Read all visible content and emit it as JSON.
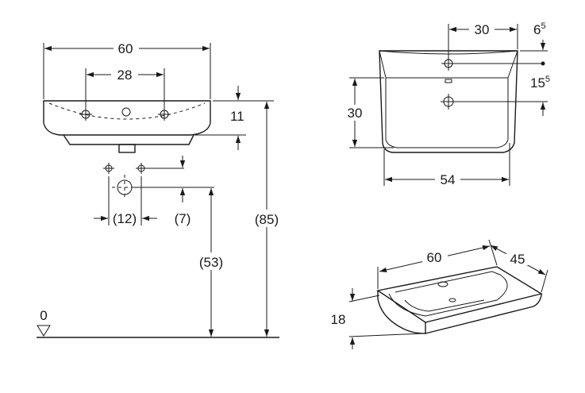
{
  "front_view": {
    "width": "60",
    "tap_spacing": "28",
    "rim_height": "11",
    "outlet_spacing": "(12)",
    "outlet_offset": "(7)",
    "outlet_height": "(53)",
    "rim_floor_height": "(85)",
    "floor_level": "0"
  },
  "top_view": {
    "tap_hole_offset": "30",
    "back_offset": {
      "base": "6",
      "sup": "5"
    },
    "hole_spacing": {
      "base": "15",
      "sup": "5"
    },
    "depth": "30",
    "inner_width": "54"
  },
  "iso_view": {
    "width": "60",
    "depth": "45",
    "height": "18"
  }
}
